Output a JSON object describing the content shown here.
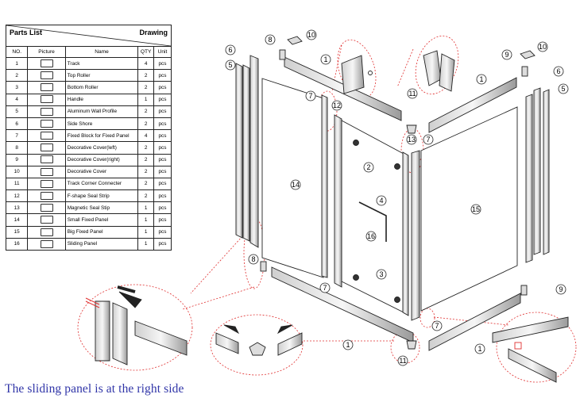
{
  "parts_list": {
    "title": "Parts List",
    "drawing_label": "Drawing",
    "columns": [
      "NO.",
      "Picture",
      "Name",
      "QTY",
      "Unit"
    ],
    "rows": [
      {
        "no": "1",
        "name": "Track",
        "qty": "4",
        "unit": "pcs"
      },
      {
        "no": "2",
        "name": "Top Roller",
        "qty": "2",
        "unit": "pcs"
      },
      {
        "no": "3",
        "name": "Bottom Roller",
        "qty": "2",
        "unit": "pcs"
      },
      {
        "no": "4",
        "name": "Handle",
        "qty": "1",
        "unit": "pcs"
      },
      {
        "no": "5",
        "name": "Aluminum Wall Profile",
        "qty": "2",
        "unit": "pcs"
      },
      {
        "no": "6",
        "name": "Side Shore",
        "qty": "2",
        "unit": "pcs"
      },
      {
        "no": "7",
        "name": "Fixed Block for Fixed Panel",
        "qty": "4",
        "unit": "pcs"
      },
      {
        "no": "8",
        "name": "Decorative Cover(left)",
        "qty": "2",
        "unit": "pcs"
      },
      {
        "no": "9",
        "name": "Decorative Cover(right)",
        "qty": "2",
        "unit": "pcs"
      },
      {
        "no": "10",
        "name": "Decorative Cover",
        "qty": "2",
        "unit": "pcs"
      },
      {
        "no": "11",
        "name": "Track Corner Connecter",
        "qty": "2",
        "unit": "pcs"
      },
      {
        "no": "12",
        "name": "F-shape Seal Strip",
        "qty": "2",
        "unit": "pcs"
      },
      {
        "no": "13",
        "name": "Magnetic Seal Stip",
        "qty": "1",
        "unit": "pcs"
      },
      {
        "no": "14",
        "name": "Small Fixed Panel",
        "qty": "1",
        "unit": "pcs"
      },
      {
        "no": "15",
        "name": "Big Fixed Panel",
        "qty": "1",
        "unit": "pcs"
      },
      {
        "no": "16",
        "name": "Sliding Panel",
        "qty": "1",
        "unit": "pcs"
      }
    ]
  },
  "callouts": {
    "n1": "1",
    "n2": "2",
    "n3": "3",
    "n4": "4",
    "n5": "5",
    "n6": "6",
    "n7": "7",
    "n8": "8",
    "n9": "9",
    "n10": "10",
    "n11": "11",
    "n12": "12",
    "n13": "13",
    "n14": "14",
    "n15": "15",
    "n16": "16"
  },
  "caption": "The sliding panel is at the right side",
  "colors": {
    "caption": "#3035a8",
    "detail_circle": "#e03030",
    "line": "#222222"
  }
}
